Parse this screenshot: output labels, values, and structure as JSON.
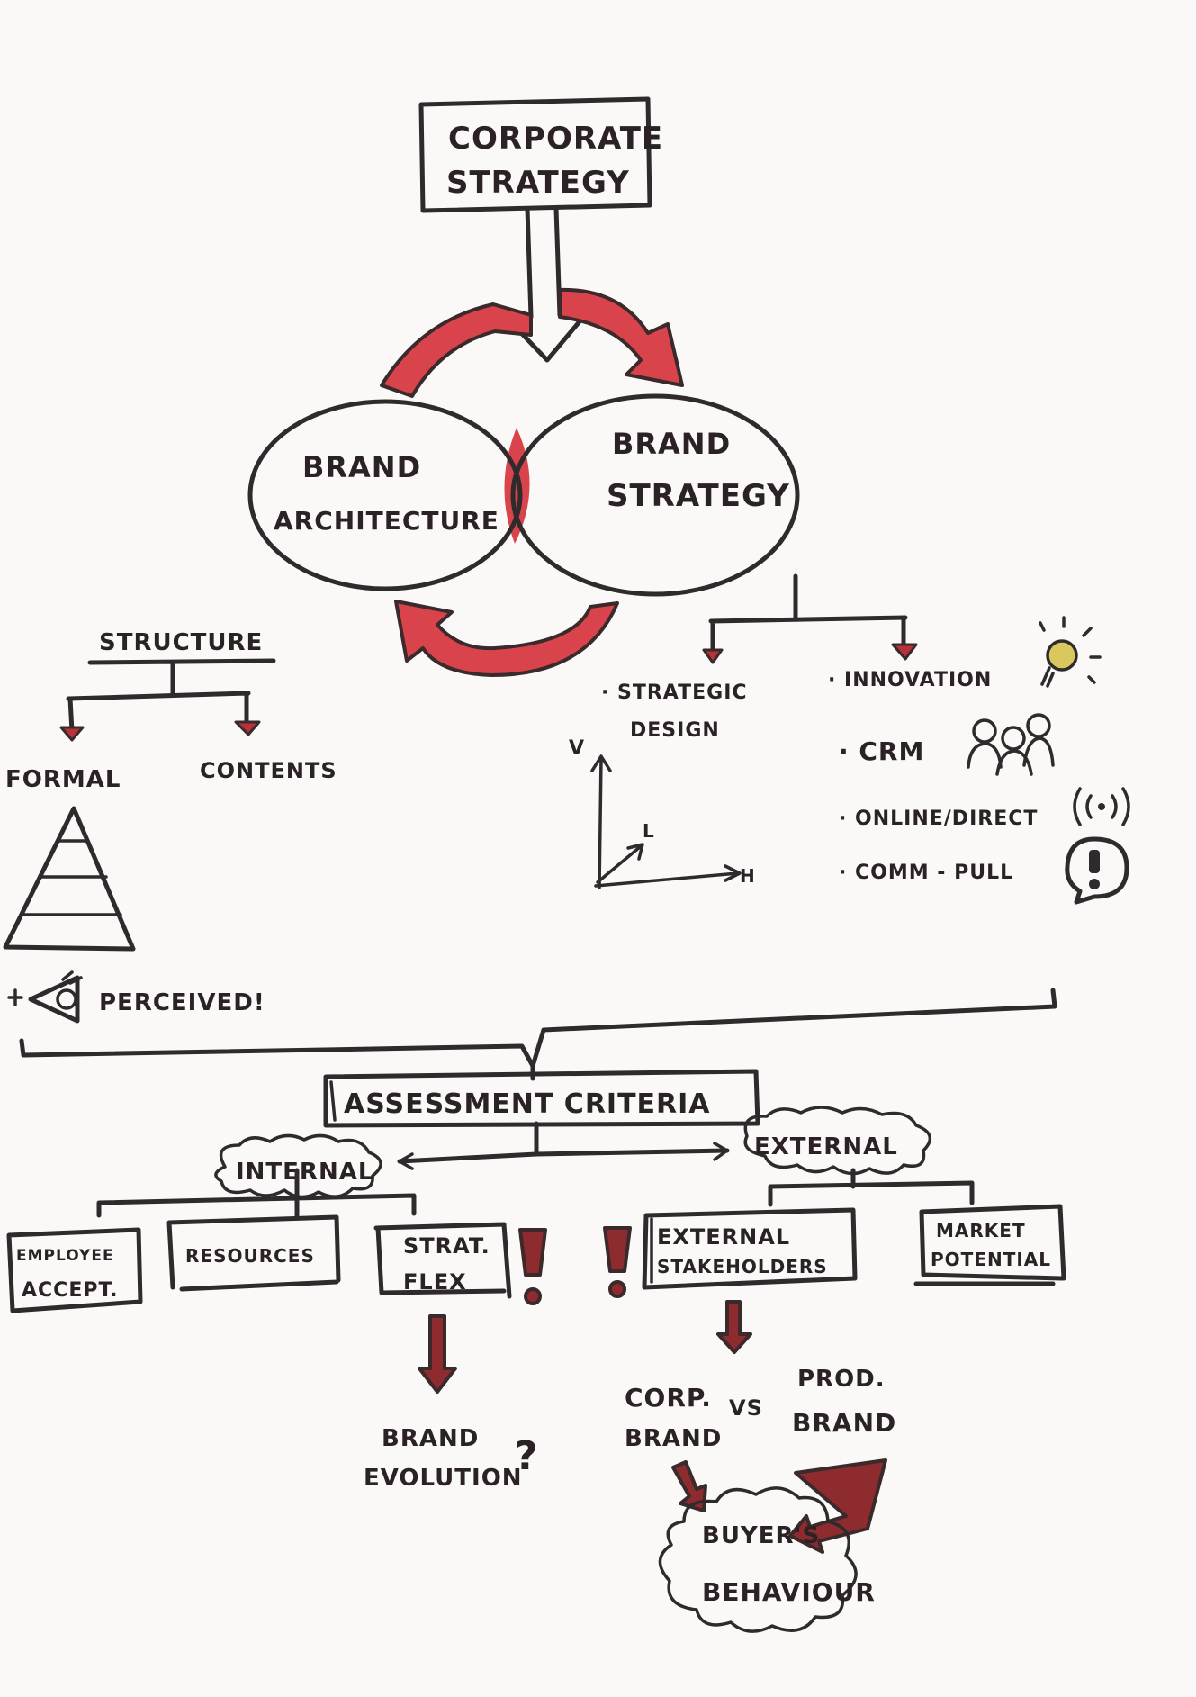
{
  "nodes": {
    "corporate_strategy": [
      "CORPORATE",
      "STRATEGY"
    ],
    "brand_architecture": [
      "BRAND",
      "ARCHITECTURE"
    ],
    "brand_strategy": [
      "BRAND",
      "STRATEGY"
    ],
    "structure": "STRUCTURE",
    "formal": "FORMAL",
    "contents": "CONTENTS",
    "perceived": "PERCEIVED!",
    "strategic_design": [
      "· STRATEGIC",
      "DESIGN"
    ],
    "axis_v": "V",
    "axis_l": "L",
    "axis_h": "H",
    "innovation": "· INNOVATION",
    "crm": "· CRM",
    "online_direct": "· ONLINE/DIRECT",
    "comm_pull": "· COMM - PULL",
    "assessment_criteria": "ASSESSMENT CRITERIA",
    "internal": "INTERNAL",
    "external": "EXTERNAL",
    "employee_accept": [
      "EMPLOYEE",
      "ACCEPT."
    ],
    "resources": "RESOURCES",
    "strat_flex": [
      "STRAT.",
      "FLEX"
    ],
    "external_stakeholders": [
      "EXTERNAL",
      "STAKEHOLDERS"
    ],
    "market_potential": [
      "MARKET",
      "POTENTIAL"
    ],
    "brand_evolution": [
      "BRAND",
      "EVOLUTION"
    ],
    "question_mark": "?",
    "corp_brand": [
      "CORP.",
      "BRAND"
    ],
    "vs": "VS",
    "prod_brand": [
      "PROD.",
      "BRAND"
    ],
    "buyers_behaviour": [
      "BUYER'S",
      "BEHAVIOUR"
    ]
  },
  "icons": [
    "lightbulb-icon",
    "people-icon",
    "broadcast-icon",
    "speech-bubble-exclamation-icon",
    "eye-icon",
    "pyramid-icon",
    "exclamation-icon"
  ],
  "colors": {
    "ink": "#2f2a2c",
    "red": "#d9444c",
    "dark_red": "#8e2b2e",
    "paper": "#fbf9f8"
  }
}
